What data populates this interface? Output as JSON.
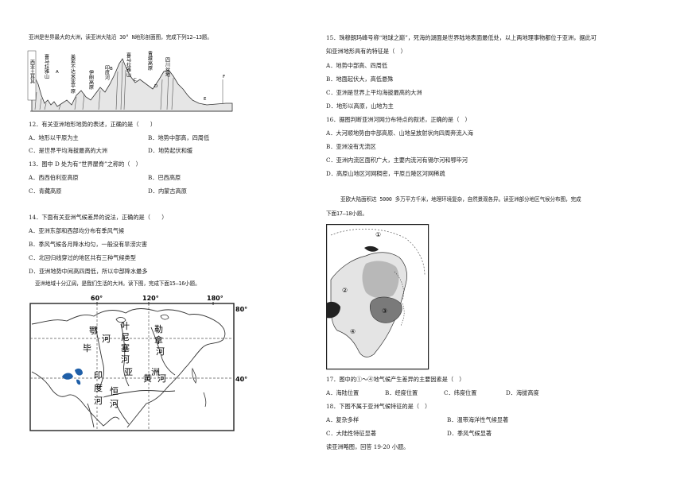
{
  "left": {
    "intro_12_13": "亚洲是世界最大的大洲，读亚洲大陆沿 30° N地形剖面图，完成下列12–13题。",
    "profile": {
      "labels_top": [
        "喜马拉雅山",
        "美索不达米亚平原",
        "伊朗高原",
        "印度河",
        "喜马拉雅山",
        "青藏高原",
        "四川盆地"
      ],
      "label_left": "西亚土耳其",
      "letters": [
        "A",
        "B",
        "C",
        "D",
        "E",
        "F"
      ]
    },
    "q12": {
      "stem": "12．有关亚洲地形地势的表述，正确的是（　　）",
      "a": "A．地形以平原为主",
      "b": "B．地势中部高，四周低",
      "c": "C．是世界平均海拔最高的大洲",
      "d": "D．地势起伏和缓"
    },
    "q13": {
      "stem": "13．图中 D 处为有“世界屋脊”之称的（　）",
      "a": "A．西西伯利亚高原",
      "b": "B．巴西高原",
      "c": "C．青藏高原",
      "d": "D．内蒙古高原"
    },
    "q14": {
      "stem": "14．下面有关亚洲气候差异的说法，正确的是（　　）",
      "a": "A．亚洲东部和西部均分布有季风气候",
      "b": "B．季风气候各月降水均匀，一般没有旱涝灾害",
      "c": "C．北回归线穿过的地区共有三种气候类型",
      "d": "D．亚洲地势中间高四周低，所以中部降水最多"
    },
    "intro_15_16": "亚洲地域十分辽阔，是我们生活的大洲。读下图，完成下面15–16小题。",
    "map": {
      "lon_ticks": [
        "60°",
        "120°",
        "180°"
      ],
      "lat_ticks": [
        "80°",
        "40°"
      ],
      "rivers": [
        "鄂",
        "毕",
        "河",
        "叶",
        "尼",
        "塞",
        "河",
        "勒",
        "拿",
        "河",
        "亚",
        "洲",
        "印",
        "度",
        "河",
        "恒",
        "河",
        "黄",
        "河"
      ]
    }
  },
  "right": {
    "q15": {
      "stem1": "15．珠穆朗玛峰号称“地球之巅”，死海的湖面是世界陆地表面最低处，以上两地理事物都位于亚洲，据此可",
      "stem2": "知亚洲地形具有的特征是（　）",
      "a": "A．地势中部高、四周低",
      "b": "B．地面起伏大，高低悬殊",
      "c": "C．亚洲是世界上平均海拔最高的大洲",
      "d": "D．地形以高原，山地为主"
    },
    "q16": {
      "stem": "16．据图判断亚洲河网分布特点的叙述，正确的是（　）",
      "a": "A．大河顺地势由中部高原、山地呈放射状向四周奔流入海",
      "b": "B．亚洲没有无流区",
      "c": "C．亚洲内流区面积广大，主要内流河有锡尔河和鄂毕河",
      "d": "D．高原山地区河网稠密，平原丘陵区河网稀疏"
    },
    "intro_17_18_line1": "亚欧大陆面积达 5000 多万平方千米，地理环境复杂，自然景观各异。读亚洲部分地区气候分布图，完成",
    "intro_17_18_line2": "下面17–18小题。",
    "climate_map": {
      "markers": [
        "①",
        "②",
        "③",
        "④"
      ]
    },
    "q17": {
      "stem": "17．图中的①～④地气候产生差异的主要因素是（　）",
      "a": "A．海陆位置",
      "b": "B．经度位置",
      "c": "C．纬度位置",
      "d": "D．海拔高度"
    },
    "q18": {
      "stem": "18．下图不属于亚洲气候特征的是（　）",
      "a": "A．复杂多样",
      "b": "B．温带海洋性气候显著",
      "c": "C．大陆性特征显著",
      "d": "D．季风气候显著"
    },
    "tail": "读亚洲略图，回答 19-20 小题。"
  },
  "colors": {
    "text": "#1a1a1a",
    "lake": "#1f5fa8",
    "shade_dark": "#222222",
    "shade_mid": "#7a7a7a",
    "shade_light": "#b8b8b8"
  }
}
